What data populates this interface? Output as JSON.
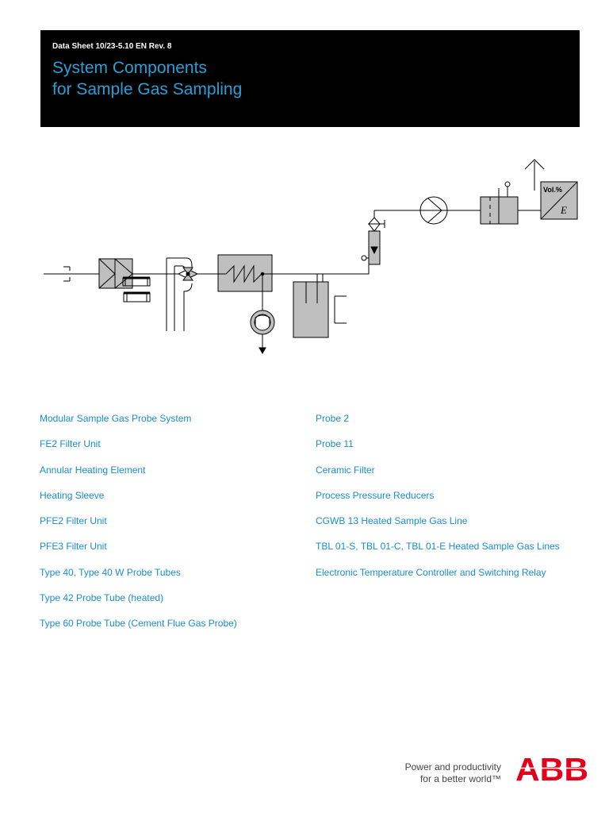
{
  "header": {
    "doc_id": "Data Sheet 10/23-5.10 EN Rev. 8",
    "title_line1": "System Components",
    "title_line2": "for Sample Gas Sampling"
  },
  "diagram": {
    "analyzer_label": "Vol.%",
    "analyzer_symbol": "E"
  },
  "links_left": [
    "Modular Sample Gas Probe System",
    "FE2 Filter Unit",
    "Annular Heating Element",
    "Heating Sleeve",
    "PFE2 Filter Unit",
    "PFE3 Filter Unit",
    "Type 40, Type 40 W Probe Tubes",
    "Type 42 Probe Tube (heated)",
    "Type 60 Probe Tube (Cement Flue Gas Probe)"
  ],
  "links_right": [
    "Probe 2",
    "Probe 11",
    "Ceramic Filter",
    "Process Pressure Reducers",
    "CGWB 13 Heated Sample Gas Line",
    "TBL 01-S, TBL 01-C, TBL 01-E Heated Sample Gas Lines",
    "Electronic Temperature Controller and Switching Relay"
  ],
  "footer": {
    "tagline_line1": "Power and productivity",
    "tagline_line2": "for a better world™",
    "logo_text": "ABB"
  },
  "colors": {
    "header_bg": "#000000",
    "title": "#2a9fd6",
    "link": "#1a8ccf",
    "logo_red": "#e2001a",
    "component_fill": "#bfbfbf"
  }
}
